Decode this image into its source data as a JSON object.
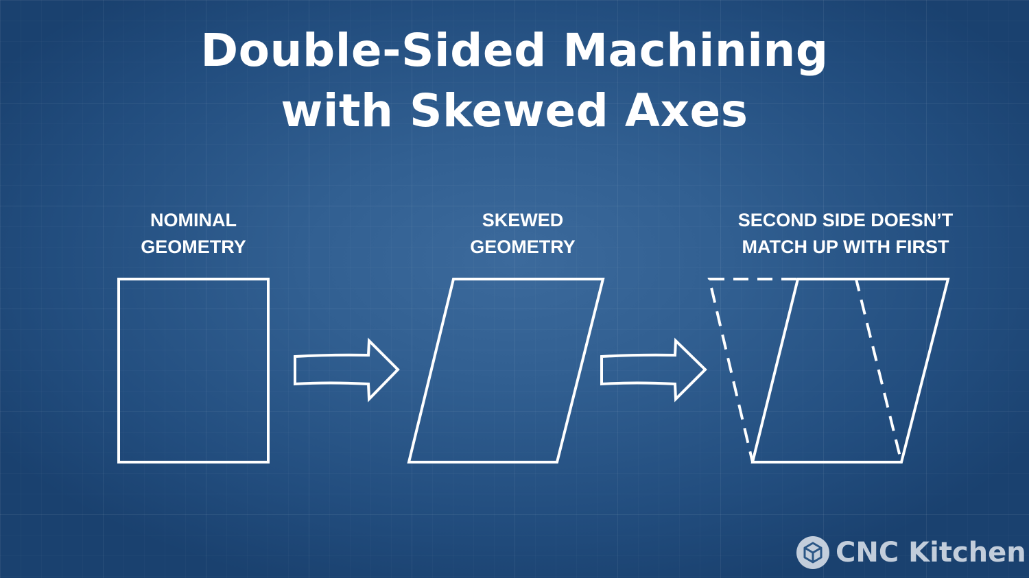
{
  "title": {
    "line1": "Double-Sided Machining",
    "line2": "with Skewed Axes"
  },
  "stages": [
    {
      "label_line1": "NOMINAL",
      "label_line2": "GEOMETRY"
    },
    {
      "label_line1": "SKEWED",
      "label_line2": "GEOMETRY"
    },
    {
      "label_line1": "SECOND SIDE DOESN’T",
      "label_line2": "MATCH UP WITH FIRST"
    }
  ],
  "logo": {
    "text": "CNC Kitchen",
    "icon": "cnc-kitchen-logo-icon"
  },
  "colors": {
    "background": "#2b5a8c",
    "line": "#ffffff"
  }
}
